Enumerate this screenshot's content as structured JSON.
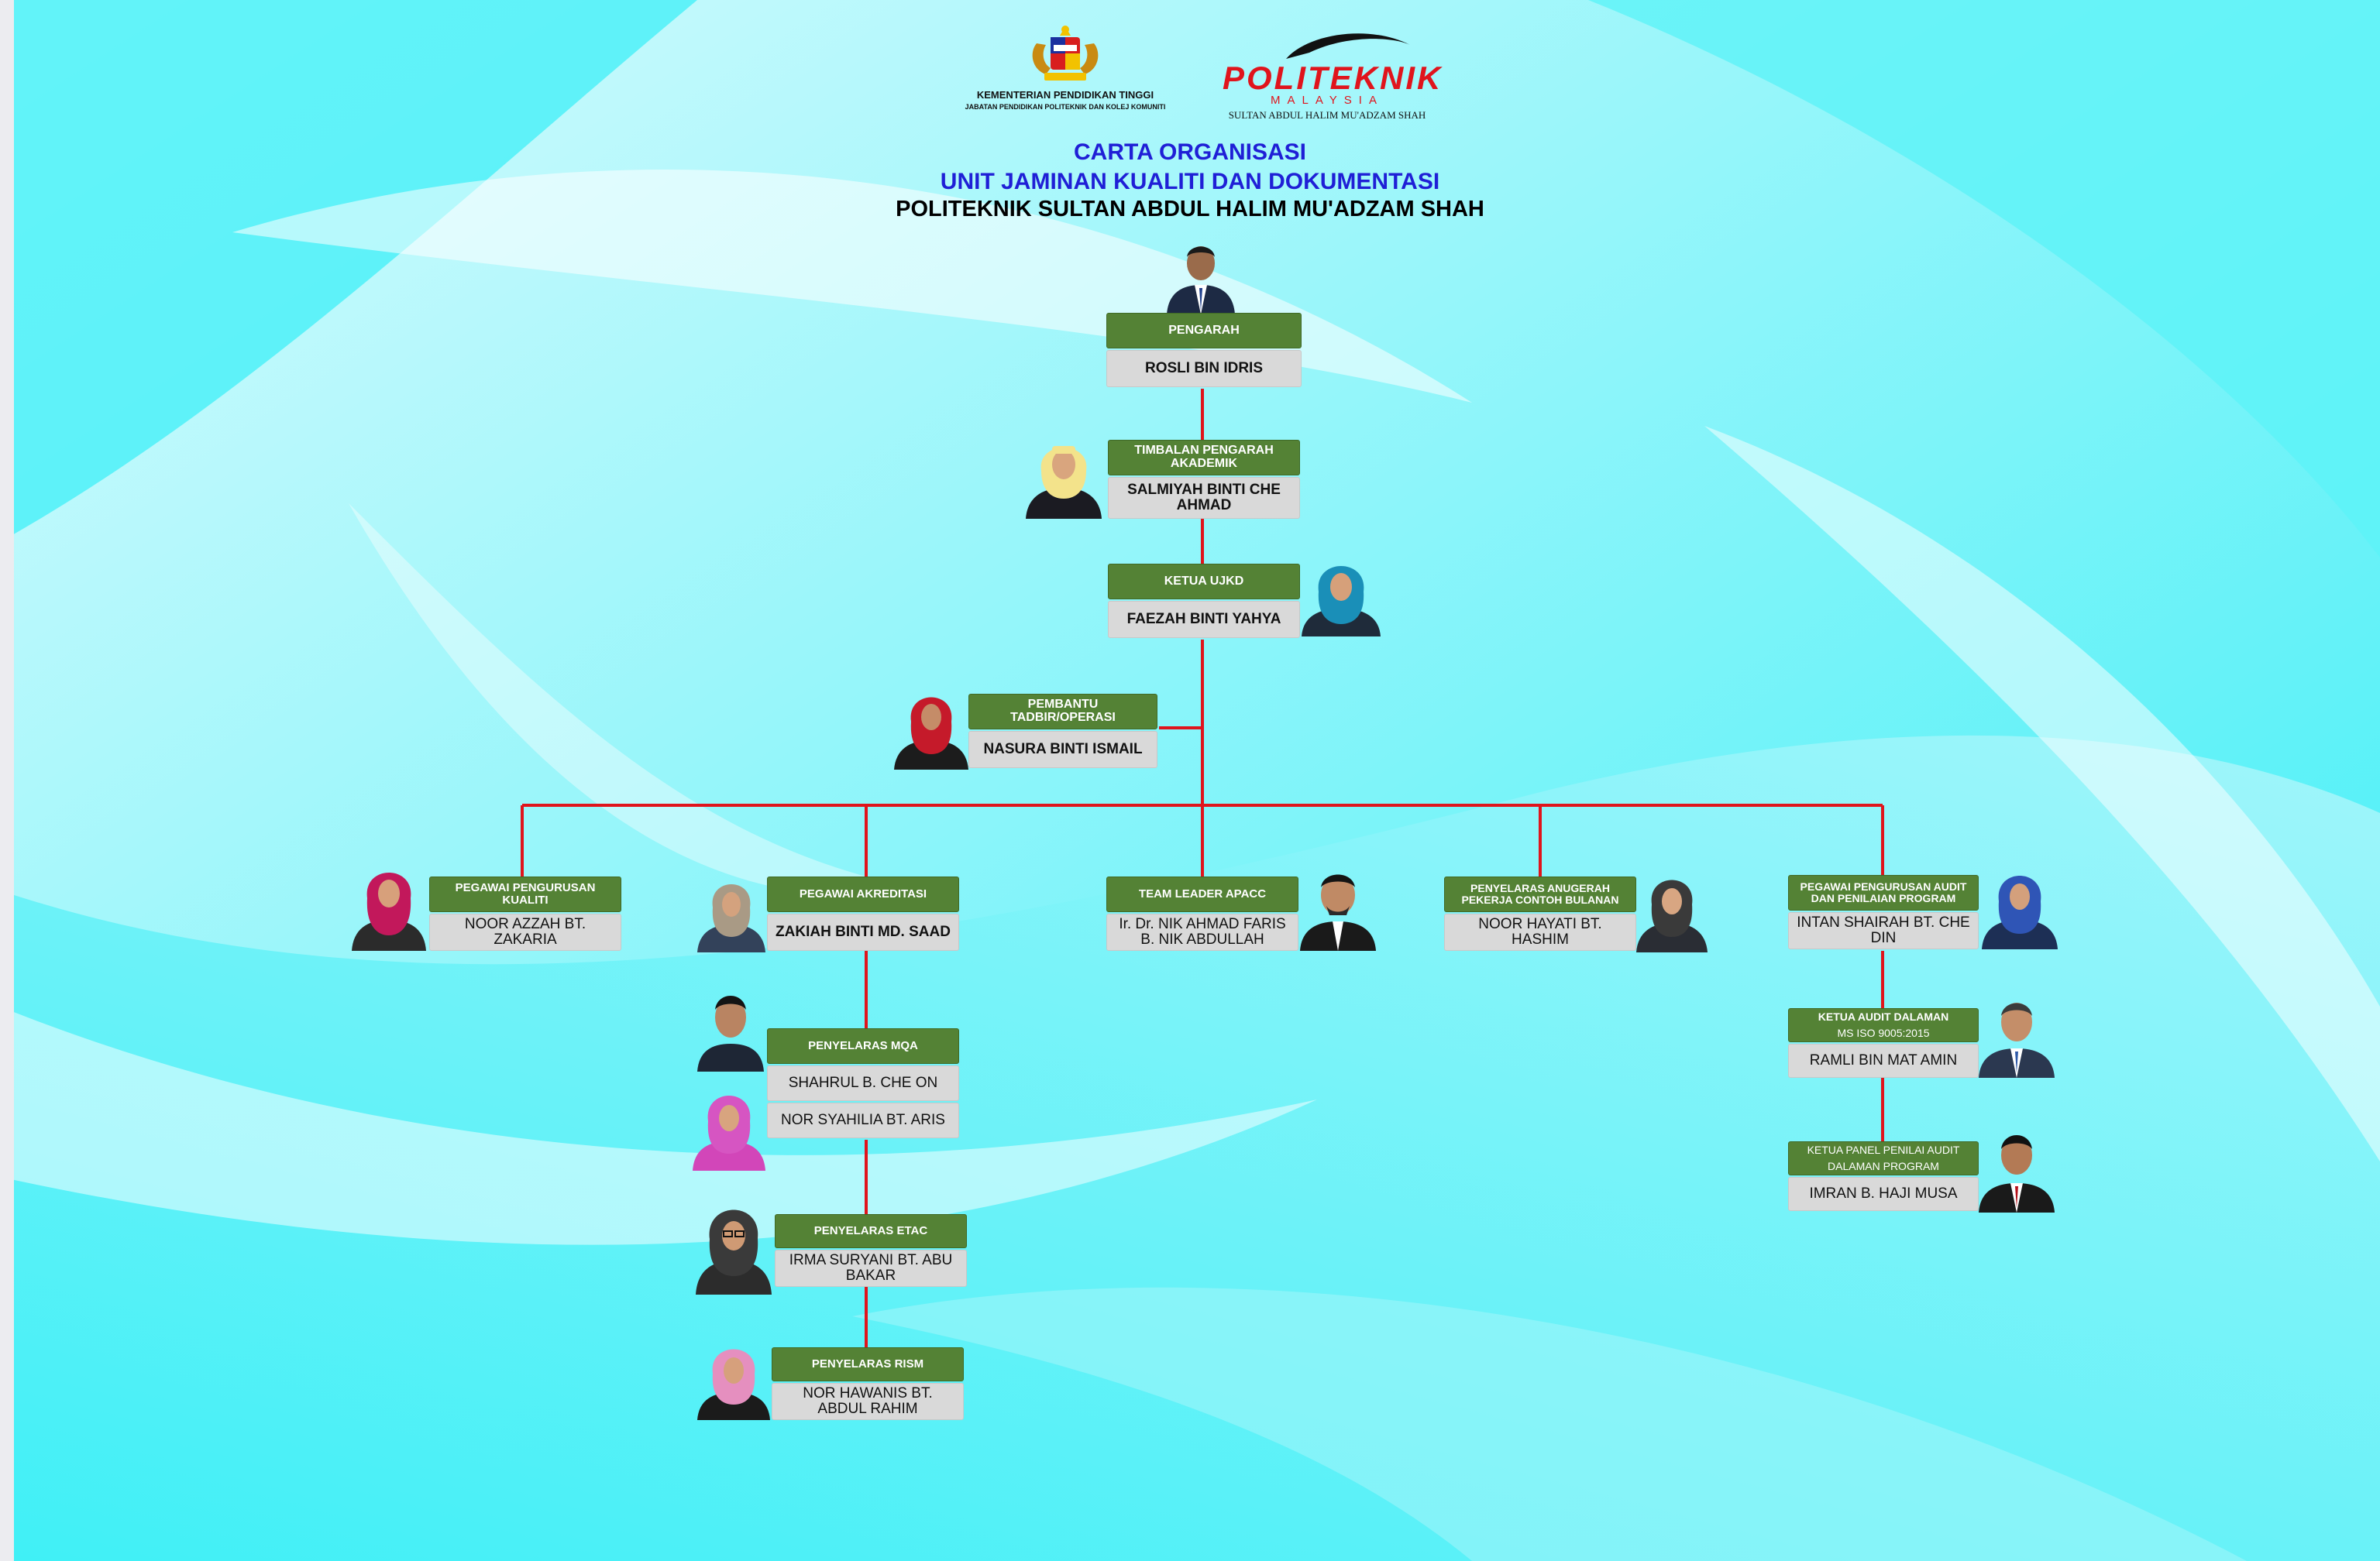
{
  "header": {
    "ministry_line1": "KEMENTERIAN PENDIDIKAN TINGGI",
    "ministry_line2": "JABATAN PENDIDIKAN POLITEKNIK DAN KOLEJ KOMUNITI",
    "poli_logo_word": "POLITEKNIK",
    "poli_logo_sub": "MALAYSIA",
    "poli_campus": "SULTAN ABDUL HALIM MU'ADZAM SHAH"
  },
  "title": {
    "line1": "CARTA ORGANISASI",
    "line2": "UNIT JAMINAN KUALITI DAN DOKUMENTASI",
    "line3": "POLITEKNIK SULTAN ABDUL HALIM MU'ADZAM SHAH"
  },
  "colors": {
    "role_box": "#548235",
    "name_box": "#d9d9d9",
    "connector": "#e0141c",
    "title_blue": "#1f1fd6",
    "background_cyan": "#41f0f7"
  },
  "nodes": {
    "pengarah": {
      "role": "PENGARAH",
      "name": "ROSLI  BIN  IDRIS"
    },
    "timbalan": {
      "role": "TIMBALAN PENGARAH AKADEMIK",
      "name": "SALMIYAH BINTI CHE AHMAD"
    },
    "ketua_ujkd": {
      "role": "KETUA UJKD",
      "name": "FAEZAH BINTI YAHYA"
    },
    "pembantu": {
      "role": "PEMBANTU TADBIR/OPERASI",
      "name": "NASURA BINTI ISMAIL"
    },
    "pegawai_kualiti": {
      "role": "PEGAWAI  PENGURUSAN  KUALITI",
      "name": "NOOR AZZAH BT. ZAKARIA"
    },
    "pegawai_akreditasi": {
      "role": "PEGAWAI  AKREDITASI",
      "name": "ZAKIAH BINTI MD. SAAD"
    },
    "team_leader": {
      "role": "TEAM LEADER  APACC",
      "name": "Ir. Dr. NIK AHMAD FARIS B. NIK ABDULLAH"
    },
    "penyelaras_anugerah": {
      "role": "PENYELARAS  ANUGERAH PEKERJA  CONTOH  BULANAN",
      "name": "NOOR HAYATI BT. HASHIM"
    },
    "pegawai_audit": {
      "role": "PEGAWAI PENGURUSAN  AUDIT DAN PENILAIAN PROGRAM",
      "name": "INTAN SHAIRAH BT. CHE DIN"
    },
    "penyelaras_mqa": {
      "role": "PENYELARAS   MQA",
      "name": "SHAHRUL B. CHE ON",
      "name2": "NOR SYAHILIA BT. ARIS"
    },
    "penyelaras_etac": {
      "role": "PENYELARAS   ETAC",
      "name": "IRMA SURYANI BT. ABU BAKAR"
    },
    "penyelaras_rism": {
      "role": "PENYELARAS   RISM",
      "name": "NOR HAWANIS BT. ABDUL RAHIM"
    },
    "ketua_audit": {
      "role": "KETUA AUDIT DALAMAN",
      "role2": "MS ISO 9005:2015",
      "name": "RAMLI BIN MAT AMIN"
    },
    "ketua_panel": {
      "role": "KETUA PANEL  PENILAI  AUDIT",
      "role2": "DALAMAN  PROGRAM",
      "name": "IMRAN B. HAJI MUSA"
    }
  }
}
